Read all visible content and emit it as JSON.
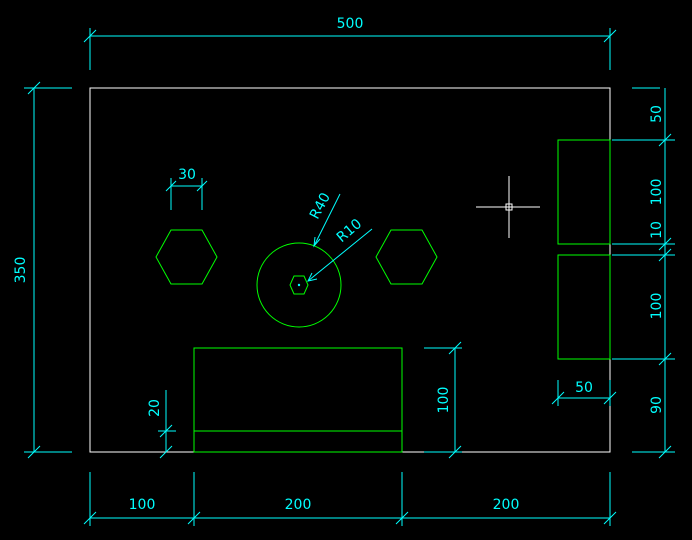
{
  "drawing": {
    "background_color": "#000000",
    "colors": {
      "outline": "#ffffff",
      "dimension": "#00ffff",
      "geometry": "#00ff00"
    },
    "crosshair_icon": "crosshair-cursor-icon"
  },
  "dimensions": {
    "top_width": "500",
    "left_height": "350",
    "hex_width": "30",
    "radius_outer": "R40",
    "radius_inner": "R10",
    "right_top": "50",
    "right_box1": "100",
    "right_gap": "10",
    "right_box2": "100",
    "right_bottom": "90",
    "box_width": "50",
    "rect_height": "100",
    "strip_height": "20",
    "bottom_left": "100",
    "bottom_middle": "200",
    "bottom_right": "200"
  }
}
